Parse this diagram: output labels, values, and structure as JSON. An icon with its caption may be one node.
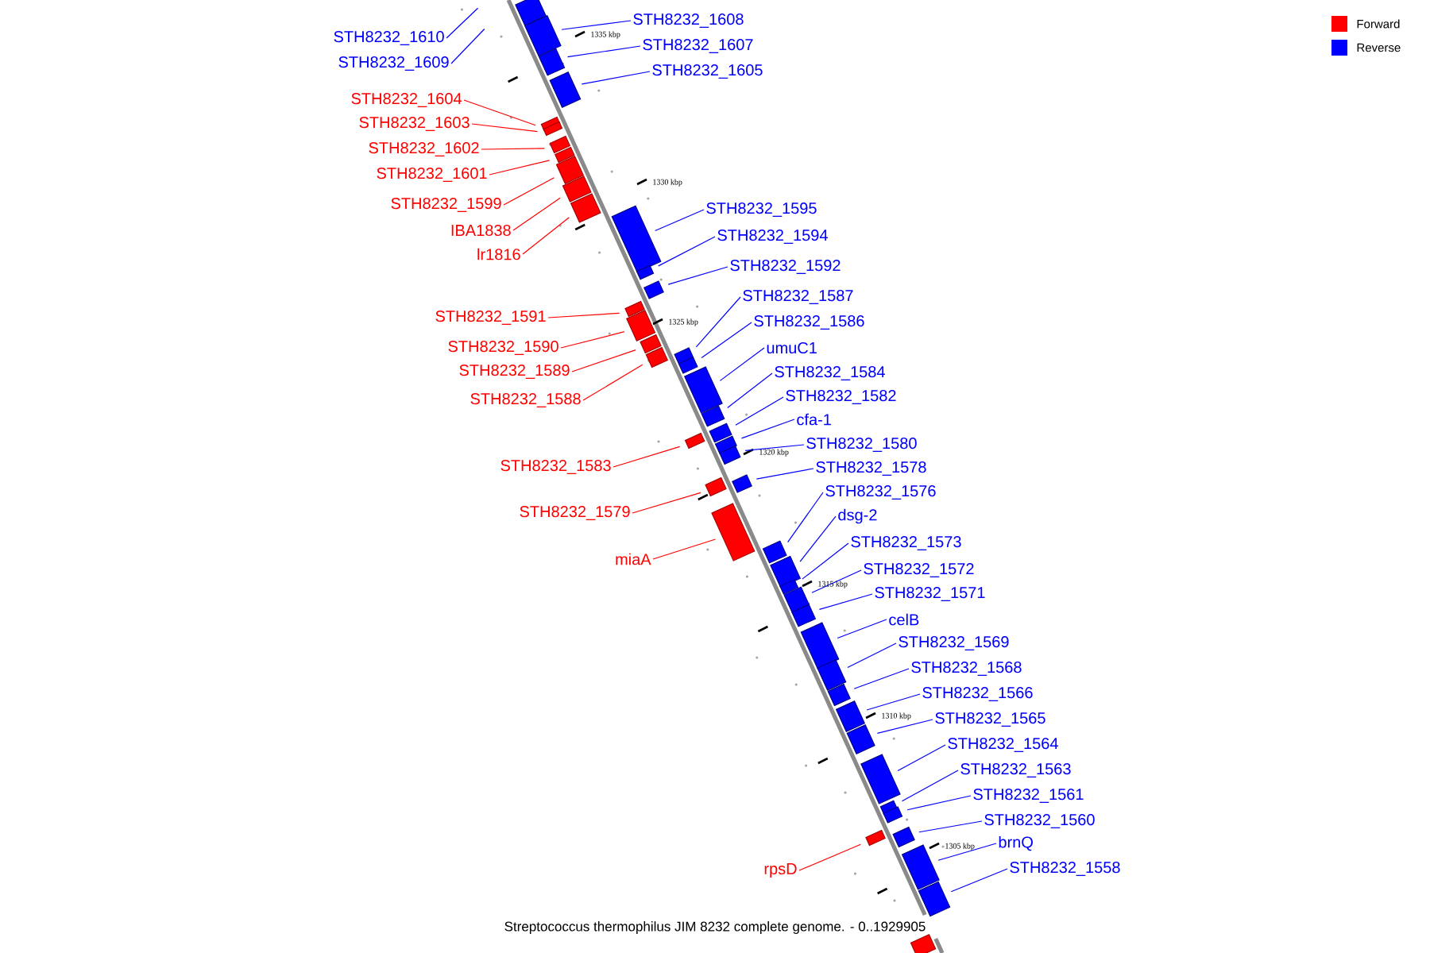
{
  "diagram": {
    "caption": "Streptococcus thermophilus JIM 8232 complete genome. - 0..1929905",
    "nodes": [
      {
        "text": [],
        "shape": "box"
      },
      {
        "text": [
          "STH8232_1608"
        ]
      },
      {
        "text": [],
        "shape": "box"
      },
      {
        "text": [
          "STH8232_1610"
        ]
      },
      {
        "text": [
          "STH8232_1607"
        ]
      },
      {
        "text": [],
        "shape": "box"
      },
      {
        "text": [
          "STH8232_1609"
        ]
      },
      {
        "text": [
          "STH8232_1605"
        ]
      },
      {
        "text": [],
        "shape": "box"
      },
      {
        "text": [
          "STH8232_1604"
        ]
      },
      {
        "text": [],
        "shape": "box"
      },
      {
        "text": [
          "STH8232_1603"
        ]
      },
      {
        "text": [],
        "shape": "box"
      },
      {
        "text": [
          "STH8232_1602"
        ]
      },
      {
        "text": [],
        "shape": "box"
      },
      {
        "text": [
          "STH8232_1601"
        ]
      },
      {
        "text": [],
        "shape": "box"
      },
      {
        "text": [
          "STH8232_1599"
        ]
      },
      {
        "text": [],
        "shape": "box"
      },
      {
        "text": [
          "STH8232_1595"
        ]
      },
      {
        "text": [],
        "shape": "box"
      },
      {
        "text": [
          "IBA1838"
        ]
      },
      {
        "text": [],
        "shape": "box"
      },
      {
        "text": [
          "STH8232_1594"
        ]
      },
      {
        "text": [],
        "shape": "box"
      },
      {
        "text": [
          "lr1816"
        ]
      },
      {
        "text": [],
        "shape": "box"
      },
      {
        "text": [
          "STH8232_1592"
        ]
      },
      {
        "text": [],
        "shape": "box"
      },
      {
        "text": [
          "STH8232_1587"
        ]
      },
      {
        "text": [],
        "shape": "box"
      },
      {
        "text": [
          "STH8232_1591"
        ]
      },
      {
        "text": [],
        "shape": "box"
      },
      {
        "text": [
          "STH8232_1586"
        ]
      },
      {
        "text": [],
        "shape": "box"
      },
      {
        "text": [
          "STH8232_1590"
        ]
      },
      {
        "text": [],
        "shape": "box"
      },
      {
        "text": [
          "umuC1"
        ]
      },
      {
        "text": [],
        "shape": "box"
      },
      {
        "text": [
          "STH8232_1589"
        ]
      },
      {
        "text": [],
        "shape": "box"
      },
      {
        "text": [
          "STH8232_1584"
        ]
      },
      {
        "text": [],
        "shape": "box"
      },
      {
        "text": [
          "STH8232_1582"
        ]
      },
      {
        "text": [],
        "shape": "box"
      },
      {
        "text": [
          "STH8232_1588"
        ]
      },
      {
        "text": [],
        "shape": "box"
      },
      {
        "text": [
          "cfa-1"
        ]
      },
      {
        "text": [],
        "shape": "box"
      },
      {
        "text": [
          "STH8232_1580"
        ]
      },
      {
        "text": [],
        "shape": "box"
      },
      {
        "text": [
          "STH8232_1583"
        ]
      },
      {
        "text": [],
        "shape": "box"
      },
      {
        "text": [
          "STH8232_1578"
        ]
      },
      {
        "text": [],
        "shape": "box"
      },
      {
        "text": [
          "STH8232_1576"
        ]
      },
      {
        "text": [],
        "shape": "box"
      },
      {
        "text": [
          "STH8232_1579"
        ]
      },
      {
        "text": [],
        "shape": "box"
      },
      {
        "text": [
          "dsg-2"
        ]
      },
      {
        "text": [],
        "shape": "box"
      },
      {
        "text": [
          "STH8232_1573"
        ]
      },
      {
        "text": [],
        "shape": "box"
      },
      {
        "text": [
          "miaA"
        ]
      },
      {
        "text": [],
        "shape": "box"
      },
      {
        "text": [
          "STH8232_1572"
        ]
      },
      {
        "text": [],
        "shape": "box"
      },
      {
        "text": [
          "STH8232_1571"
        ]
      },
      {
        "text": [],
        "shape": "box"
      },
      {
        "text": [
          "celB"
        ]
      },
      {
        "text": [],
        "shape": "box"
      },
      {
        "text": [
          "STH8232_1569"
        ]
      },
      {
        "text": [],
        "shape": "box"
      },
      {
        "text": [
          "STH8232_1568"
        ]
      },
      {
        "text": [],
        "shape": "box"
      },
      {
        "text": [
          "STH8232_1566"
        ]
      },
      {
        "text": [],
        "shape": "box"
      },
      {
        "text": [
          "STH8232_1565"
        ]
      },
      {
        "text": [],
        "shape": "box"
      },
      {
        "text": [
          "STH8232_1564"
        ]
      },
      {
        "text": [],
        "shape": "box"
      },
      {
        "text": [
          "STH8232_1563"
        ]
      },
      {
        "text": [],
        "shape": "box"
      },
      {
        "text": [
          "STH8232_1561"
        ]
      },
      {
        "text": [],
        "shape": "box"
      },
      {
        "text": [
          "STH8232_1560"
        ]
      },
      {
        "text": [],
        "shape": "box"
      },
      {
        "text": [
          "brnQ"
        ]
      },
      {
        "text": [],
        "shape": "box"
      },
      {
        "text": [
          "rpsD"
        ]
      },
      {
        "text": [],
        "shape": "box"
      },
      {
        "text": [
          "STH8232_1558"
        ]
      },
      {
        "text": [],
        "shape": "box"
      },
      {
        "text": [],
        "shape": "box"
      }
    ],
    "edges": [
      {
        "from": 1,
        "to": 2,
        "arrow": "none"
      },
      {
        "from": 3,
        "to": null,
        "arrow": "none"
      },
      {
        "from": 4,
        "to": 5,
        "arrow": "none"
      },
      {
        "from": 6,
        "to": null,
        "arrow": "none"
      },
      {
        "from": 7,
        "to": 8,
        "arrow": "none"
      },
      {
        "from": 9,
        "to": 10,
        "arrow": "none",
        "color": "#ff0000"
      },
      {
        "from": 11,
        "to": 12,
        "arrow": "none",
        "color": "#ff0000"
      },
      {
        "from": 13,
        "to": 14,
        "arrow": "none",
        "color": "#ff0000"
      },
      {
        "from": 15,
        "to": 16,
        "arrow": "none",
        "color": "#ff0000"
      },
      {
        "from": 17,
        "to": 18,
        "arrow": "none",
        "color": "#ff0000"
      },
      {
        "from": 19,
        "to": 20,
        "arrow": "none"
      },
      {
        "from": 21,
        "to": 22,
        "arrow": "none",
        "color": "#ff0000"
      },
      {
        "from": 23,
        "to": 24,
        "arrow": "none"
      },
      {
        "from": 25,
        "to": 26,
        "arrow": "none",
        "color": "#ff0000"
      },
      {
        "from": 27,
        "to": 28,
        "arrow": "none"
      },
      {
        "from": 29,
        "to": 30,
        "arrow": "none"
      },
      {
        "from": 31,
        "to": 32,
        "arrow": "none",
        "color": "#ff0000"
      },
      {
        "from": 33,
        "to": 34,
        "arrow": "none"
      },
      {
        "from": 35,
        "to": 36,
        "arrow": "none",
        "color": "#ff0000"
      },
      {
        "from": 37,
        "to": 38,
        "arrow": "none"
      },
      {
        "from": 39,
        "to": 40,
        "arrow": "none",
        "color": "#ff0000"
      },
      {
        "from": 41,
        "to": 42,
        "arrow": "none"
      },
      {
        "from": 43,
        "to": 44,
        "arrow": "none"
      },
      {
        "from": 45,
        "to": 46,
        "arrow": "none",
        "color": "#ff0000"
      },
      {
        "from": 47,
        "to": 48,
        "arrow": "none"
      },
      {
        "from": 49,
        "to": 50,
        "arrow": "none"
      },
      {
        "from": 51,
        "to": 52,
        "arrow": "none",
        "color": "#ff0000"
      },
      {
        "from": 53,
        "to": 54,
        "arrow": "none"
      },
      {
        "from": 55,
        "to": 56,
        "arrow": "none"
      },
      {
        "from": 57,
        "to": 58,
        "arrow": "none",
        "color": "#ff0000"
      },
      {
        "from": 59,
        "to": 60,
        "arrow": "none"
      },
      {
        "from": 61,
        "to": 62,
        "arrow": "none"
      },
      {
        "from": 63,
        "to": 64,
        "arrow": "none",
        "color": "#ff0000"
      },
      {
        "from": 65,
        "to": 66,
        "arrow": "none"
      },
      {
        "from": 67,
        "to": 68,
        "arrow": "none"
      },
      {
        "from": 69,
        "to": 70,
        "arrow": "none"
      },
      {
        "from": 71,
        "to": 72,
        "arrow": "none"
      },
      {
        "from": 73,
        "to": 74,
        "arrow": "none"
      },
      {
        "from": 75,
        "to": 76,
        "arrow": "none"
      },
      {
        "from": 77,
        "to": 78,
        "arrow": "none"
      },
      {
        "from": 79,
        "to": 80,
        "arrow": "none"
      },
      {
        "from": 81,
        "to": 82,
        "arrow": "none"
      },
      {
        "from": 83,
        "to": 84,
        "arrow": "none"
      },
      {
        "from": 85,
        "to": 86,
        "arrow": "none"
      },
      {
        "from": 87,
        "to": 88,
        "arrow": "none"
      },
      {
        "from": 89,
        "to": 90,
        "arrow": "none",
        "color": "#ff0000"
      },
      {
        "from": 91,
        "to": 92,
        "arrow": "none"
      }
    ],
    "labels": [
      "1335 kbp",
      "1330 kbp",
      "1325 kbp",
      "1320 kbp",
      "1315 kbp",
      "1310 kbp",
      "1305 kbp"
    ],
    "legend": [
      {
        "text": "Forward",
        "color": "#ff0000"
      },
      {
        "text": "Reverse",
        "color": "#0000ff"
      }
    ]
  }
}
